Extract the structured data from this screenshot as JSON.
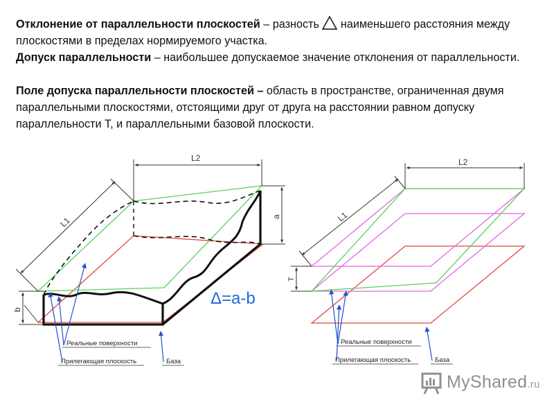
{
  "text": {
    "p1_bold": "Отклонение от параллельности плоскостей",
    "p1_mid": " – разность ",
    "p1_rest": "наименьшего расстояния между плоскостями в пределах нормируемого участка.",
    "p2_bold": "Допуск параллельности",
    "p2_rest": " – наибольшее допускаемое значение отклонения от параллельности.",
    "p3_bold": "Поле допуска параллельности плоскостей –",
    "p3_rest": " область в пространстве, ограниченная двумя параллельными плоскостями, отстоящими друг от друга на расстоянии равном допуску параллельности Т, и параллельными базовой плоскости."
  },
  "left_diagram": {
    "dim_l1": "L1",
    "dim_l2": "L2",
    "dim_a": "a",
    "dim_b": "b",
    "formula": "Δ=a-b",
    "label_real": "Реальные поверхности",
    "label_adjacent": "Прилегающая плоскость",
    "label_base": "База"
  },
  "right_diagram": {
    "dim_l1": "L1",
    "dim_l2": "L2",
    "dim_t": "T",
    "label_real": "Реальные поверхности",
    "label_adjacent": "Прилегающая плоскость",
    "label_base": "База"
  },
  "watermark": {
    "brand": "MyShared",
    "suffix": ".ru"
  },
  "colors": {
    "base": "#e0483c",
    "adjacent": "#5ad15a",
    "tolerance": "#e266e2",
    "formula": "#2266dd",
    "leader": "#1f4fd0"
  }
}
